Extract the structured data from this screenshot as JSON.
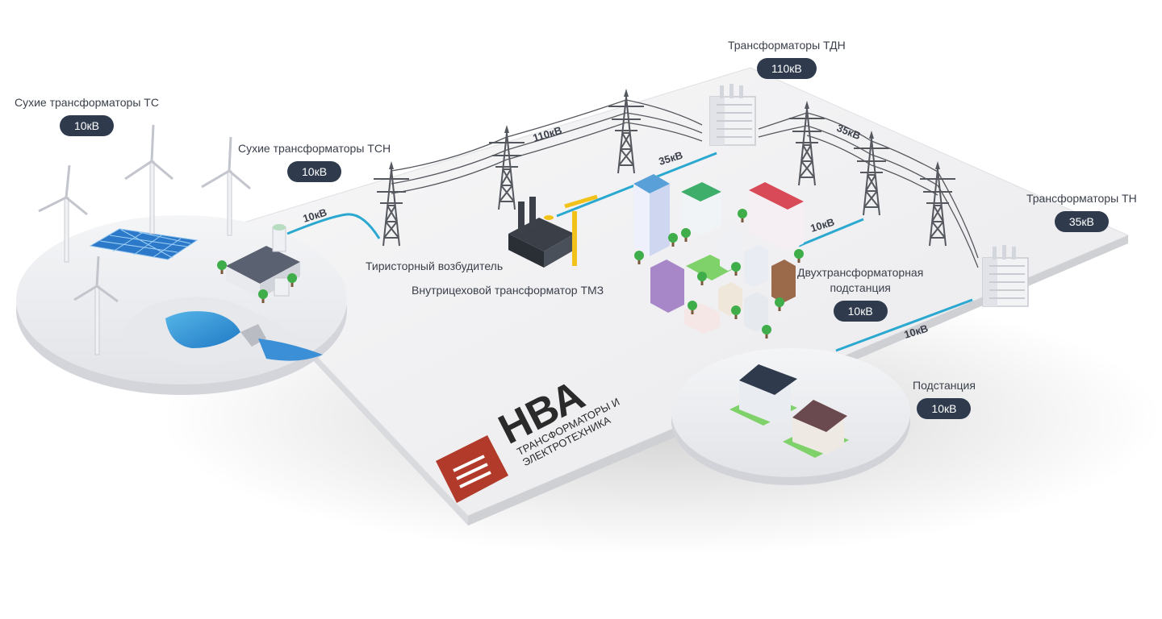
{
  "callouts": {
    "dry_ts": {
      "label": "Сухие трансформаторы ТС",
      "voltage": "10кВ"
    },
    "dry_tsn": {
      "label": "Сухие трансформаторы ТСН",
      "voltage": "10кВ"
    },
    "tdn": {
      "label": "Трансформаторы ТДН",
      "voltage": "110кВ"
    },
    "tn": {
      "label": "Трансформаторы ТН",
      "voltage": "35кВ"
    },
    "two_trans": {
      "label_line1": "Двухтрансформаторная",
      "label_line2": "подстанция",
      "voltage": "10кВ"
    },
    "substation": {
      "label": "Подстанция",
      "voltage": "10кВ"
    }
  },
  "labels": {
    "thyristor": "Тиристорный возбудитель",
    "tmz": "Внутрицеховой трансформатор ТМЗ"
  },
  "line_labels": {
    "l_10kv_a": "10кВ",
    "l_110kv": "110кВ",
    "l_35kv_a": "35кВ",
    "l_35kv_b": "35кВ",
    "l_10kv_b": "10кВ",
    "l_10kv_c": "10кВ"
  },
  "logo": {
    "name": "НВА",
    "tagline_1": "ТРАНСФОРМАТОРЫ И",
    "tagline_2": "ЭЛЕКТРОТЕХНИКА"
  },
  "colors": {
    "cable": "#2aa8cf",
    "badge": "#2f3b4d",
    "logo_red": "#b23a2b",
    "platform": "#efeff1"
  }
}
